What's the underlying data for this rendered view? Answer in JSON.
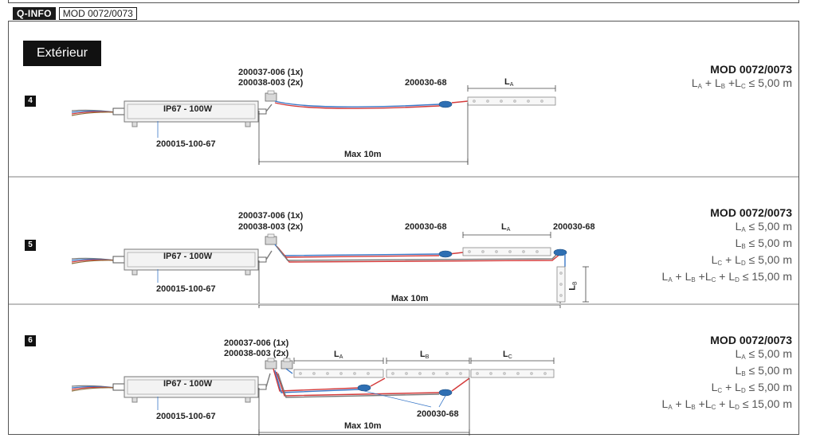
{
  "header": {
    "qinfo": "Q-INFO",
    "mod": "MOD 0072/0073"
  },
  "badge": "Extérieur",
  "colors": {
    "wire_red": "#d43a3a",
    "wire_blue": "#3a78c8",
    "wire_grey": "#7a7a7a",
    "connector_blue": "#2e6fb3",
    "strip_led": "#d0d0d0"
  },
  "panels": [
    {
      "number": "4",
      "psu_label": "IP67 - 100W",
      "psu_part": "200015-100-67",
      "splitter_1": "200037-006 (1x)",
      "splitter_2": "200038-003 (2x)",
      "connector": "200030-68",
      "max": "Max 10m",
      "strips": [
        {
          "letter": "L",
          "sub": "A"
        }
      ],
      "info_title": "MOD 0072/0073",
      "info_lines": [
        [
          [
            "L",
            "A"
          ],
          [
            " + L",
            "B"
          ],
          [
            " +L",
            "C"
          ],
          [
            " ≤ 5,00 m",
            ""
          ]
        ]
      ]
    },
    {
      "number": "5",
      "psu_label": "IP67 - 100W",
      "psu_part": "200015-100-67",
      "splitter_1": "200037-006 (1x)",
      "splitter_2": "200038-003 (2x)",
      "connector_1": "200030-68",
      "connector_2": "200030-68",
      "max": "Max 10m",
      "strips": [
        {
          "letter": "L",
          "sub": "A"
        },
        {
          "letter": "L",
          "sub": "B"
        }
      ],
      "info_title": "MOD 0072/0073",
      "info_lines": [
        [
          [
            "L",
            "A"
          ],
          [
            " ≤ 5,00 m",
            ""
          ]
        ],
        [
          [
            "L",
            "B"
          ],
          [
            " ≤ 5,00 m",
            ""
          ]
        ],
        [
          [
            "L",
            "C"
          ],
          [
            " + L",
            "D"
          ],
          [
            " ≤ 5,00 m",
            ""
          ]
        ],
        [
          [
            "L",
            "A"
          ],
          [
            " + L",
            "B"
          ],
          [
            " +L",
            "C"
          ],
          [
            " + L",
            "D"
          ],
          [
            " ≤ 15,00 m",
            ""
          ]
        ]
      ]
    },
    {
      "number": "6",
      "psu_label": "IP67 - 100W",
      "psu_part": "200015-100-67",
      "splitter_1": "200037-006 (1x)",
      "splitter_2": "200038-003 (2x)",
      "connector": "200030-68",
      "max": "Max 10m",
      "strips": [
        {
          "letter": "L",
          "sub": "A"
        },
        {
          "letter": "L",
          "sub": "B"
        },
        {
          "letter": "L",
          "sub": "C"
        }
      ],
      "info_title": "MOD 0072/0073",
      "info_lines": [
        [
          [
            "L",
            "A"
          ],
          [
            " ≤ 5,00 m",
            ""
          ]
        ],
        [
          [
            "L",
            "B"
          ],
          [
            " ≤ 5,00 m",
            ""
          ]
        ],
        [
          [
            "L",
            "C"
          ],
          [
            " + L",
            "D"
          ],
          [
            " ≤ 5,00 m",
            ""
          ]
        ],
        [
          [
            "L",
            "A"
          ],
          [
            " + L",
            "B"
          ],
          [
            " +L",
            "C"
          ],
          [
            " + L",
            "D"
          ],
          [
            " ≤ 15,00 m",
            ""
          ]
        ]
      ]
    }
  ]
}
